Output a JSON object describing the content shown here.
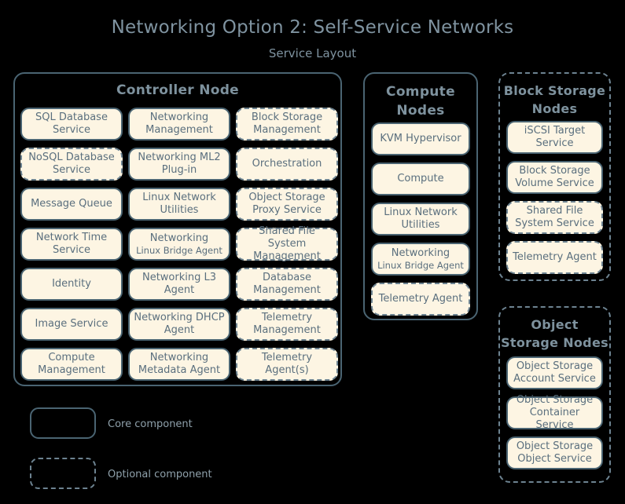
{
  "header": {
    "title": "Networking Option 2: Self-Service Networks",
    "subtitle": "Service Layout"
  },
  "nodes": {
    "controller": {
      "title": "Controller Node",
      "optional": false,
      "columns": [
        [
          {
            "label": "SQL Database Service",
            "optional": false
          },
          {
            "label": "NoSQL Database Service",
            "optional": true
          },
          {
            "label": "Message Queue",
            "optional": false
          },
          {
            "label": "Network Time Service",
            "optional": false
          },
          {
            "label": "Identity",
            "optional": false
          },
          {
            "label": "Image Service",
            "optional": false
          },
          {
            "label": "Compute Management",
            "optional": false
          }
        ],
        [
          {
            "label": "Networking Management",
            "optional": false
          },
          {
            "label": "Networking ML2 Plug-in",
            "optional": false
          },
          {
            "label": "Linux Network Utilities",
            "optional": false
          },
          {
            "label": "Networking",
            "sub": "Linux Bridge Agent",
            "optional": false
          },
          {
            "label": "Networking L3 Agent",
            "optional": false
          },
          {
            "label": "Networking DHCP Agent",
            "optional": false
          },
          {
            "label": "Networking Metadata Agent",
            "optional": false
          }
        ],
        [
          {
            "label": "Block Storage Management",
            "optional": true
          },
          {
            "label": "Orchestration",
            "optional": true
          },
          {
            "label": "Object Storage Proxy Service",
            "optional": true
          },
          {
            "label": "Shared File System Management",
            "optional": true
          },
          {
            "label": "Database Management",
            "optional": true
          },
          {
            "label": "Telemetry Management",
            "optional": true
          },
          {
            "label": "Telemetry Agent(s)",
            "optional": true
          }
        ]
      ]
    },
    "compute": {
      "title": "Compute Nodes",
      "optional": false,
      "items": [
        {
          "label": "KVM Hypervisor",
          "optional": false
        },
        {
          "label": "Compute",
          "optional": false
        },
        {
          "label": "Linux Network Utilities",
          "optional": false
        },
        {
          "label": "Networking",
          "sub": "Linux Bridge Agent",
          "optional": false
        },
        {
          "label": "Telemetry Agent",
          "optional": true
        }
      ]
    },
    "block_storage": {
      "title": "Block Storage Nodes",
      "optional": true,
      "items": [
        {
          "label": "iSCSI Target Service",
          "optional": false
        },
        {
          "label": "Block Storage Volume Service",
          "optional": false
        },
        {
          "label": "Shared File System Service",
          "optional": true
        },
        {
          "label": "Telemetry Agent",
          "optional": true
        }
      ]
    },
    "object_storage": {
      "title": "Object Storage Nodes",
      "optional": true,
      "items": [
        {
          "label": "Object Storage Account Service",
          "optional": false
        },
        {
          "label": "Object Storage Container Service",
          "optional": false
        },
        {
          "label": "Object Storage Object Service",
          "optional": false
        }
      ]
    }
  },
  "legend": {
    "core_label": "Core component",
    "optional_label": "Optional component"
  },
  "colors": {
    "background": "#000000",
    "box_fill": "#fdf5e3",
    "border": "#4a6472",
    "optional_border": "#6d8391",
    "text": "#5a6f7e",
    "title": "#7f93a0"
  }
}
